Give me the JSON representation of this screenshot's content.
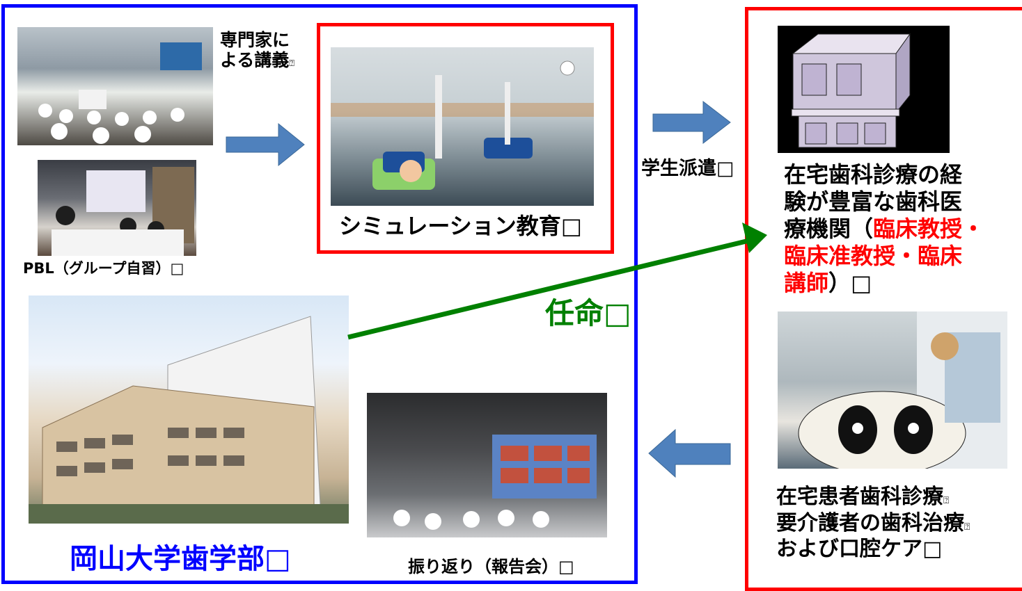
{
  "labels": {
    "lecture": [
      "専門家に",
      "よる講義"
    ],
    "simulation": "シミュレーション教育",
    "pbl": "PBL（グループ自習）",
    "university": "岡山大学歯学部",
    "review": "振り返り（報告会）",
    "dispatch": "学生派遣",
    "appointment": "任命",
    "institution_line1": "在宅歯科診療の経",
    "institution_line2": "験が豊富な歯科医",
    "institution_line3_black": "療機関（",
    "institution_line3_red": "臨床教授・",
    "institution_line4_red": "臨床准教授・臨床",
    "institution_line5_red": "講師",
    "institution_line5_black": "）",
    "home_care": [
      "在宅患者歯科診療",
      "要介護者の歯科治療",
      "および口腔ケア"
    ]
  },
  "colors": {
    "blue_frame": "#0000ff",
    "red_frame": "#ff0000",
    "arrow_blue": "#4f81bd",
    "arrow_green": "#008000",
    "university_text": "#0000ff",
    "appointment_text": "#008000",
    "emphasis_red": "#ff0000"
  },
  "icons": {
    "box_glyph": "□",
    "missing_glyph": "⍰"
  }
}
